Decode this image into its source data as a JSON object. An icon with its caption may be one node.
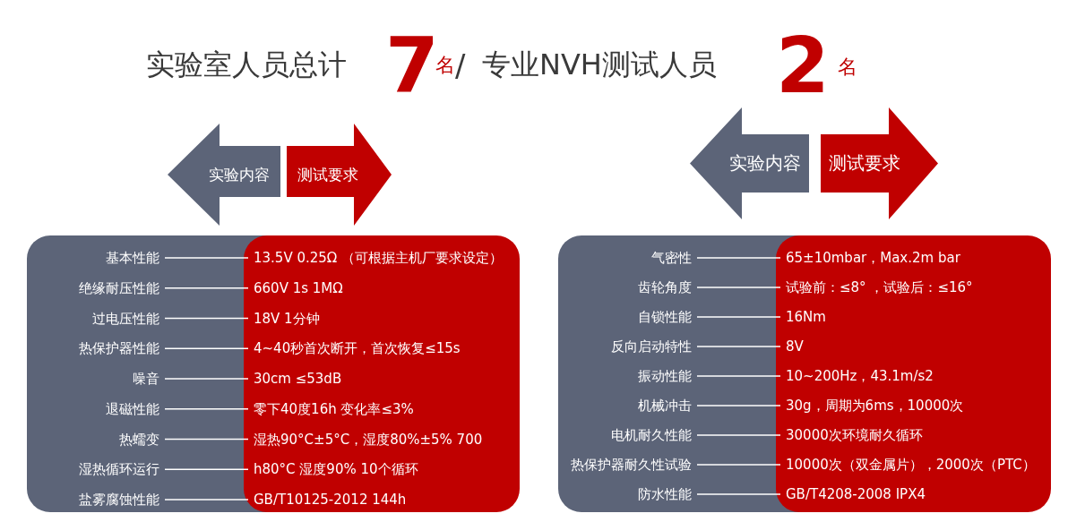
{
  "diagram": {
    "nodes": [
      {
        "text": [
          "实验内容"
        ]
      },
      {
        "text": [
          "测试要求"
        ]
      },
      {
        "text": [
          "实验内容"
        ]
      },
      {
        "text": [
          "测试要求"
        ]
      },
      {
        "text": [
          "基本性能"
        ]
      },
      {
        "text": [
          "13.5V 0.25Ω （可根据主机厂要求设定）"
        ]
      },
      {
        "text": [
          "绝缘耐压性能"
        ]
      },
      {
        "text": [
          "660V 1s 1MΩ"
        ]
      },
      {
        "text": [
          "过电压性能"
        ]
      },
      {
        "text": [
          "18V 1分钟"
        ]
      },
      {
        "text": [
          "热保护器性能"
        ]
      },
      {
        "text": [
          "4~40秒首次断开，首次恢复≤15s"
        ]
      },
      {
        "text": [
          "噪音"
        ]
      },
      {
        "text": [
          "30cm ≤53dB"
        ]
      },
      {
        "text": [
          "退磁性能"
        ]
      },
      {
        "text": [
          "零下40度16h 变化率≤3%"
        ]
      },
      {
        "text": [
          "热蠕变"
        ]
      },
      {
        "text": [
          "湿热90°C±5°C，湿度80%±5% 700"
        ]
      },
      {
        "text": [
          "湿热循环运行"
        ]
      },
      {
        "text": [
          "h80°C 湿度90% 10个循环"
        ]
      },
      {
        "text": [
          "盐雾腐蚀性能"
        ]
      },
      {
        "text": [
          "GB/T10125-2012 144h"
        ]
      },
      {
        "text": [
          "气密性"
        ]
      },
      {
        "text": [
          "65±10mbar，Max.2m bar"
        ]
      },
      {
        "text": [
          "齿轮角度"
        ]
      },
      {
        "text": [
          "试验前：≤8° ，试验后：≤16°"
        ]
      },
      {
        "text": [
          "自锁性能"
        ]
      },
      {
        "text": [
          "16Nm"
        ]
      },
      {
        "text": [
          "反向启动特性"
        ]
      },
      {
        "text": [
          "8V"
        ]
      },
      {
        "text": [
          "振动性能"
        ]
      },
      {
        "text": [
          "10~200Hz，43.1m/s2"
        ]
      },
      {
        "text": [
          "机械冲击"
        ]
      },
      {
        "text": [
          "30g，周期为6ms，10000次"
        ]
      },
      {
        "text": [
          "电机耐久性能"
        ]
      },
      {
        "text": [
          "30000次环境耐久循环"
        ]
      },
      {
        "text": [
          "热保护器耐久性试验"
        ]
      },
      {
        "text": [
          "10000次（双金属片），2000次（PTC）"
        ]
      },
      {
        "text": [
          "防水性能"
        ]
      },
      {
        "text": [
          "GB/T4208-2008 IPX4"
        ]
      }
    ],
    "edges": [
      {
        "from": 4,
        "to": 5,
        "arrow": "none"
      },
      {
        "from": 6,
        "to": 7,
        "arrow": "none"
      },
      {
        "from": 8,
        "to": 9,
        "arrow": "none"
      },
      {
        "from": 10,
        "to": 11,
        "arrow": "none"
      },
      {
        "from": 12,
        "to": 13,
        "arrow": "none"
      },
      {
        "from": 14,
        "to": 15,
        "arrow": "none"
      },
      {
        "from": 16,
        "to": 17,
        "arrow": "none"
      },
      {
        "from": 18,
        "to": 19,
        "arrow": "none"
      },
      {
        "from": 20,
        "to": 21,
        "arrow": "none"
      },
      {
        "from": 22,
        "to": 23,
        "arrow": "none"
      },
      {
        "from": 24,
        "to": 25,
        "arrow": "none"
      },
      {
        "from": 26,
        "to": 27,
        "arrow": "none"
      },
      {
        "from": 28,
        "to": 29,
        "arrow": "none"
      },
      {
        "from": 30,
        "to": 31,
        "arrow": "none"
      },
      {
        "from": 32,
        "to": 33,
        "arrow": "none"
      },
      {
        "from": 34,
        "to": 35,
        "arrow": "none"
      },
      {
        "from": 36,
        "to": 37,
        "arrow": "none"
      },
      {
        "from": 38,
        "to": 39,
        "arrow": "none"
      }
    ],
    "labels": [
      "实验室人员总计",
      "7",
      "名",
      "/",
      "专业NVH测试人员",
      "2",
      "名"
    ]
  }
}
